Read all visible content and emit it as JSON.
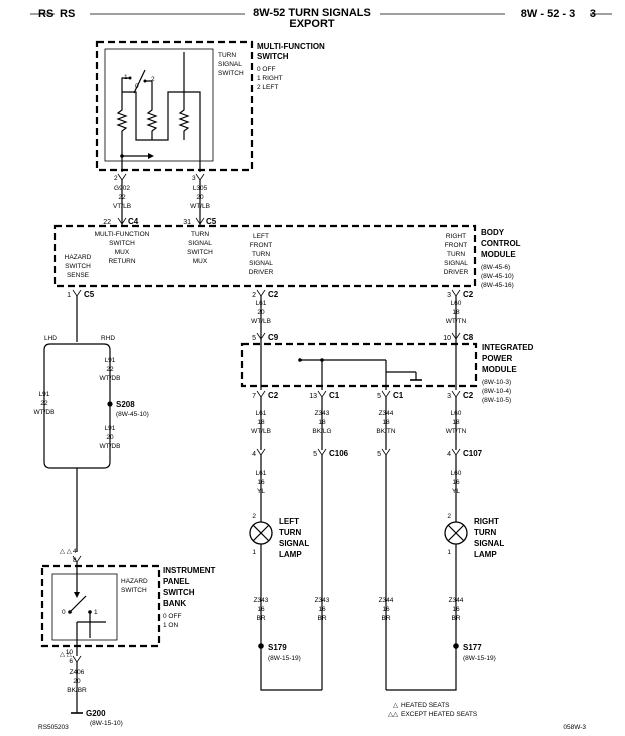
{
  "header": {
    "left": "RS",
    "title_line1": "8W-52 TURN SIGNALS",
    "title_line2": "EXPORT",
    "page": "8W - 52 - 3"
  },
  "mfs": {
    "title_line1": "MULTI-FUNCTION",
    "title_line2": "SWITCH",
    "inner_line1": "TURN",
    "inner_line2": "SIGNAL",
    "inner_line3": "SWITCH",
    "pos_0": "0 OFF",
    "pos_1": "1 RIGHT",
    "pos_2": "2 LEFT",
    "contact_1": "1",
    "contact_0": "0",
    "contact_2": "2"
  },
  "wire_g902": {
    "name": "G902",
    "gauge": "22",
    "color": "VT/LB",
    "pin": "2"
  },
  "wire_l305": {
    "name": "L305",
    "gauge": "20",
    "color": "WT/LB",
    "pin": "3"
  },
  "bcm": {
    "title_line1": "BODY",
    "title_line2": "CONTROL",
    "title_line3": "MODULE",
    "refs": [
      "(8W-45-6)",
      "(8W-45-10)",
      "(8W-45-16)"
    ],
    "c4_pin": "22",
    "c4": "C4",
    "c5_pin": "31",
    "c5": "C5",
    "mux_return": [
      "MULTI-FUNCTION",
      "SWITCH",
      "MUX",
      "RETURN"
    ],
    "turn_mux": [
      "TURN",
      "SIGNAL",
      "SWITCH",
      "MUX"
    ],
    "hazard_sense": [
      "HAZARD",
      "SWITCH",
      "SENSE"
    ],
    "left_driver": [
      "LEFT",
      "FRONT",
      "TURN",
      "SIGNAL",
      "DRIVER"
    ],
    "right_driver": [
      "RIGHT",
      "FRONT",
      "TURN",
      "SIGNAL",
      "DRIVER"
    ],
    "bot_c5_pin": "1",
    "bot_c5": "C5",
    "bot_left_pin": "2",
    "bot_left": "C2",
    "bot_right_pin": "3",
    "bot_right": "C2"
  },
  "lhd": "LHD",
  "rhd": "RHD",
  "wire_l91_rhd": {
    "name": "L91",
    "gauge": "22",
    "color": "WT/DB"
  },
  "wire_l91_lhd": {
    "name": "L91",
    "gauge": "22",
    "color": "WT/DB"
  },
  "s208": {
    "name": "S208",
    "ref": "(8W-45-10)"
  },
  "wire_l91_below": {
    "name": "L91",
    "gauge": "20",
    "color": "WT/DB"
  },
  "wire_l61_top": {
    "name": "L61",
    "gauge": "20",
    "color": "WT/LB"
  },
  "wire_l60_top": {
    "name": "L60",
    "gauge": "18",
    "color": "WT/TN"
  },
  "ipm": {
    "title_line1": "INTEGRATED",
    "title_line2": "POWER",
    "title_line3": "MODULE",
    "refs": [
      "(8W-10-3)",
      "(8W-10-4)",
      "(8W-10-5)"
    ],
    "c9_pin": "5",
    "c9": "C9",
    "c8_pin": "10",
    "c8": "C8",
    "b1_pin": "7",
    "b1": "C2",
    "b2_pin": "13",
    "b2": "C1",
    "b3_pin": "5",
    "b3": "C1",
    "b4_pin": "3",
    "b4": "C2"
  },
  "wire_l61_mid": {
    "name": "L61",
    "gauge": "18",
    "color": "WT/LB"
  },
  "wire_z343_mid": {
    "name": "Z343",
    "gauge": "18",
    "color": "BK/LG"
  },
  "wire_z344_mid": {
    "name": "Z344",
    "gauge": "18",
    "color": "BK/TN"
  },
  "wire_l60_mid": {
    "name": "L60",
    "gauge": "18",
    "color": "WT/TN"
  },
  "c106": {
    "pin_a": "4",
    "pin_b": "5",
    "name": "C106"
  },
  "c107": {
    "pin_a": "5",
    "pin_b": "4",
    "name": "C107"
  },
  "wire_l61_bot": {
    "name": "L61",
    "gauge": "16",
    "color": "YL"
  },
  "wire_l60_bot": {
    "name": "L60",
    "gauge": "16",
    "color": "YL"
  },
  "left_lamp": {
    "line1": "LEFT",
    "line2": "TURN",
    "line3": "SIGNAL",
    "line4": "LAMP",
    "pin_top": "2",
    "pin_bot": "1"
  },
  "right_lamp": {
    "line1": "RIGHT",
    "line2": "TURN",
    "line3": "SIGNAL",
    "line4": "LAMP",
    "pin_top": "2",
    "pin_bot": "1"
  },
  "wire_z343_a": {
    "name": "Z343",
    "gauge": "16",
    "color": "BR"
  },
  "wire_z343_b": {
    "name": "Z343",
    "gauge": "16",
    "color": "BR"
  },
  "wire_z344_a": {
    "name": "Z344",
    "gauge": "16",
    "color": "BR"
  },
  "wire_z344_b": {
    "name": "Z344",
    "gauge": "16",
    "color": "BR"
  },
  "s179": {
    "name": "S179",
    "ref": "(8W-15-19)"
  },
  "s177": {
    "name": "S177",
    "ref": "(8W-15-19)"
  },
  "ipsb": {
    "title_line1": "INSTRUMENT",
    "title_line2": "PANEL",
    "title_line3": "SWITCH",
    "title_line4": "BANK",
    "inner_line1": "HAZARD",
    "inner_line2": "SWITCH",
    "pos_0": "0 OFF",
    "pos_1": "1 ON",
    "contact_0": "0",
    "contact_1": "1",
    "top_pins": [
      "4",
      "8"
    ],
    "bot_pins": [
      "10",
      "6"
    ]
  },
  "wire_z406": {
    "name": "Z406",
    "gauge": "20",
    "color": "BK/BR"
  },
  "g200": {
    "name": "G200",
    "ref": "(8W-15-10)"
  },
  "legend": {
    "heated": "HEATED SEATS",
    "except": "EXCEPT HEATED SEATS"
  },
  "footer": {
    "left": "RS505203",
    "right": "058W-3"
  }
}
